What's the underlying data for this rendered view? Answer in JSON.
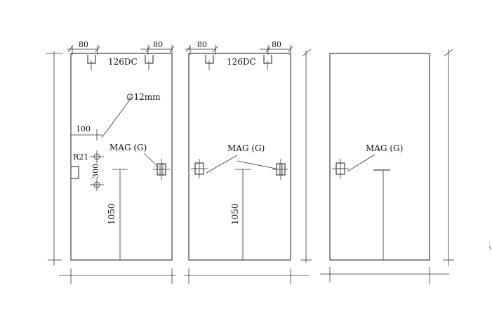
{
  "panel1": {
    "dim_left_top": "80",
    "dim_right_top": "80",
    "model": "126DC",
    "hole_dia": "∅12mm",
    "offset_100": "100",
    "radius": "R21",
    "spacing_300": "300",
    "height_1050": "1050",
    "mag_label": "MAG (G)"
  },
  "panel2": {
    "dim_left_top": "80",
    "dim_right_top": "80",
    "model": "126DC",
    "mag_label": "MAG (G)",
    "height_1050": "1050"
  },
  "panel3": {
    "mag_label": "MAG (G)"
  }
}
